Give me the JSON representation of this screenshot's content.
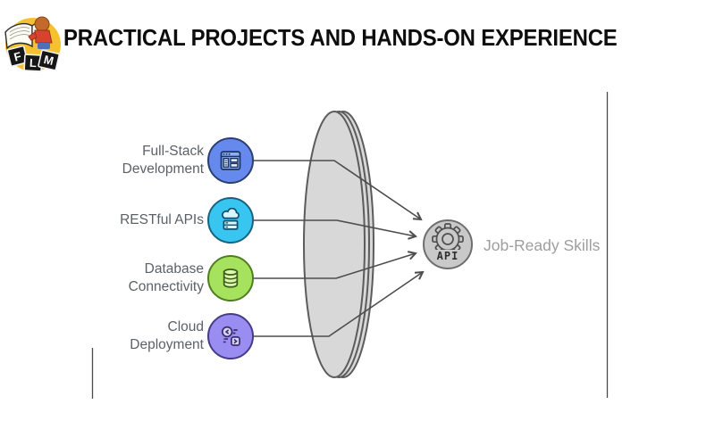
{
  "header": {
    "title": "PRACTICAL PROJECTS AND HANDS-ON EXPERIENCE",
    "logo": {
      "letters": [
        "F",
        "L",
        "M"
      ]
    }
  },
  "diagram": {
    "inputs": [
      {
        "label": "Full-Stack Development",
        "icon": "browser-window-icon",
        "color": "#6589EC",
        "border": "#2B3F70"
      },
      {
        "label": "RESTful APIs",
        "icon": "cloud-server-icon",
        "color": "#38C6F1",
        "border": "#17637F"
      },
      {
        "label": "Database Connectivity",
        "icon": "database-icon",
        "color": "#A7E25F",
        "border": "#4F7D21"
      },
      {
        "label": "Cloud Deployment",
        "icon": "code-deployment-icon",
        "color": "#9A8DF1",
        "border": "#453C86"
      }
    ],
    "output": {
      "label": "Job-Ready Skills",
      "badge": "API",
      "icon": "gear-icon"
    },
    "colors": {
      "lens_fill": "#D8D8D8",
      "lens_stroke": "#5C5C5C",
      "connector": "#4D4D4D",
      "gear_fill": "#C9C9C9",
      "gear_stroke": "#6E6E6E",
      "label_text": "#5B6167",
      "output_text": "#9E9E9E",
      "rule": "#4A4A4A"
    }
  }
}
